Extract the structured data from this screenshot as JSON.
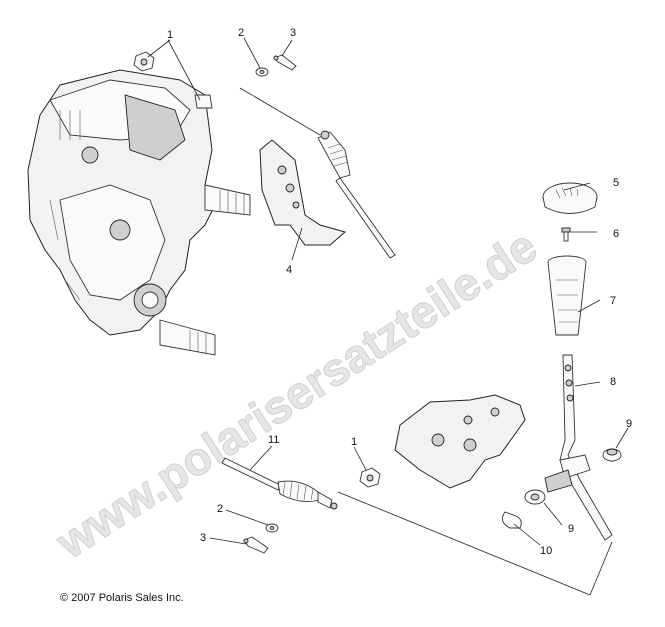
{
  "watermark": "www.polarisersatzteile.de",
  "copyright": "© 2007 Polaris Sales Inc.",
  "callouts": {
    "c1_top": "1",
    "c2_top": "2",
    "c3_top": "3",
    "c4": "4",
    "c5": "5",
    "c6": "6",
    "c7": "7",
    "c8": "8",
    "c9_right": "9",
    "c9_lower": "9",
    "c10": "10",
    "c11": "11",
    "c1_lower": "1",
    "c2_lower": "2",
    "c3_lower": "3"
  }
}
